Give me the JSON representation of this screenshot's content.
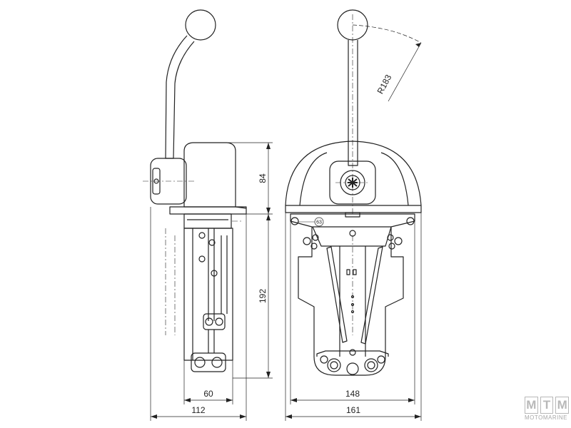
{
  "dimensions": {
    "side_height_top": "84",
    "side_height_bottom": "192",
    "side_width_inner": "60",
    "side_width_outer": "112",
    "front_width_inner": "148",
    "front_width_outer": "161",
    "lever_radius": "R183",
    "callout": "63"
  },
  "logo": {
    "letters": [
      "M",
      "T",
      "M"
    ],
    "name": "MOTOMARINE"
  },
  "colors": {
    "line": "#222222",
    "logo": "#b8b8b8"
  }
}
